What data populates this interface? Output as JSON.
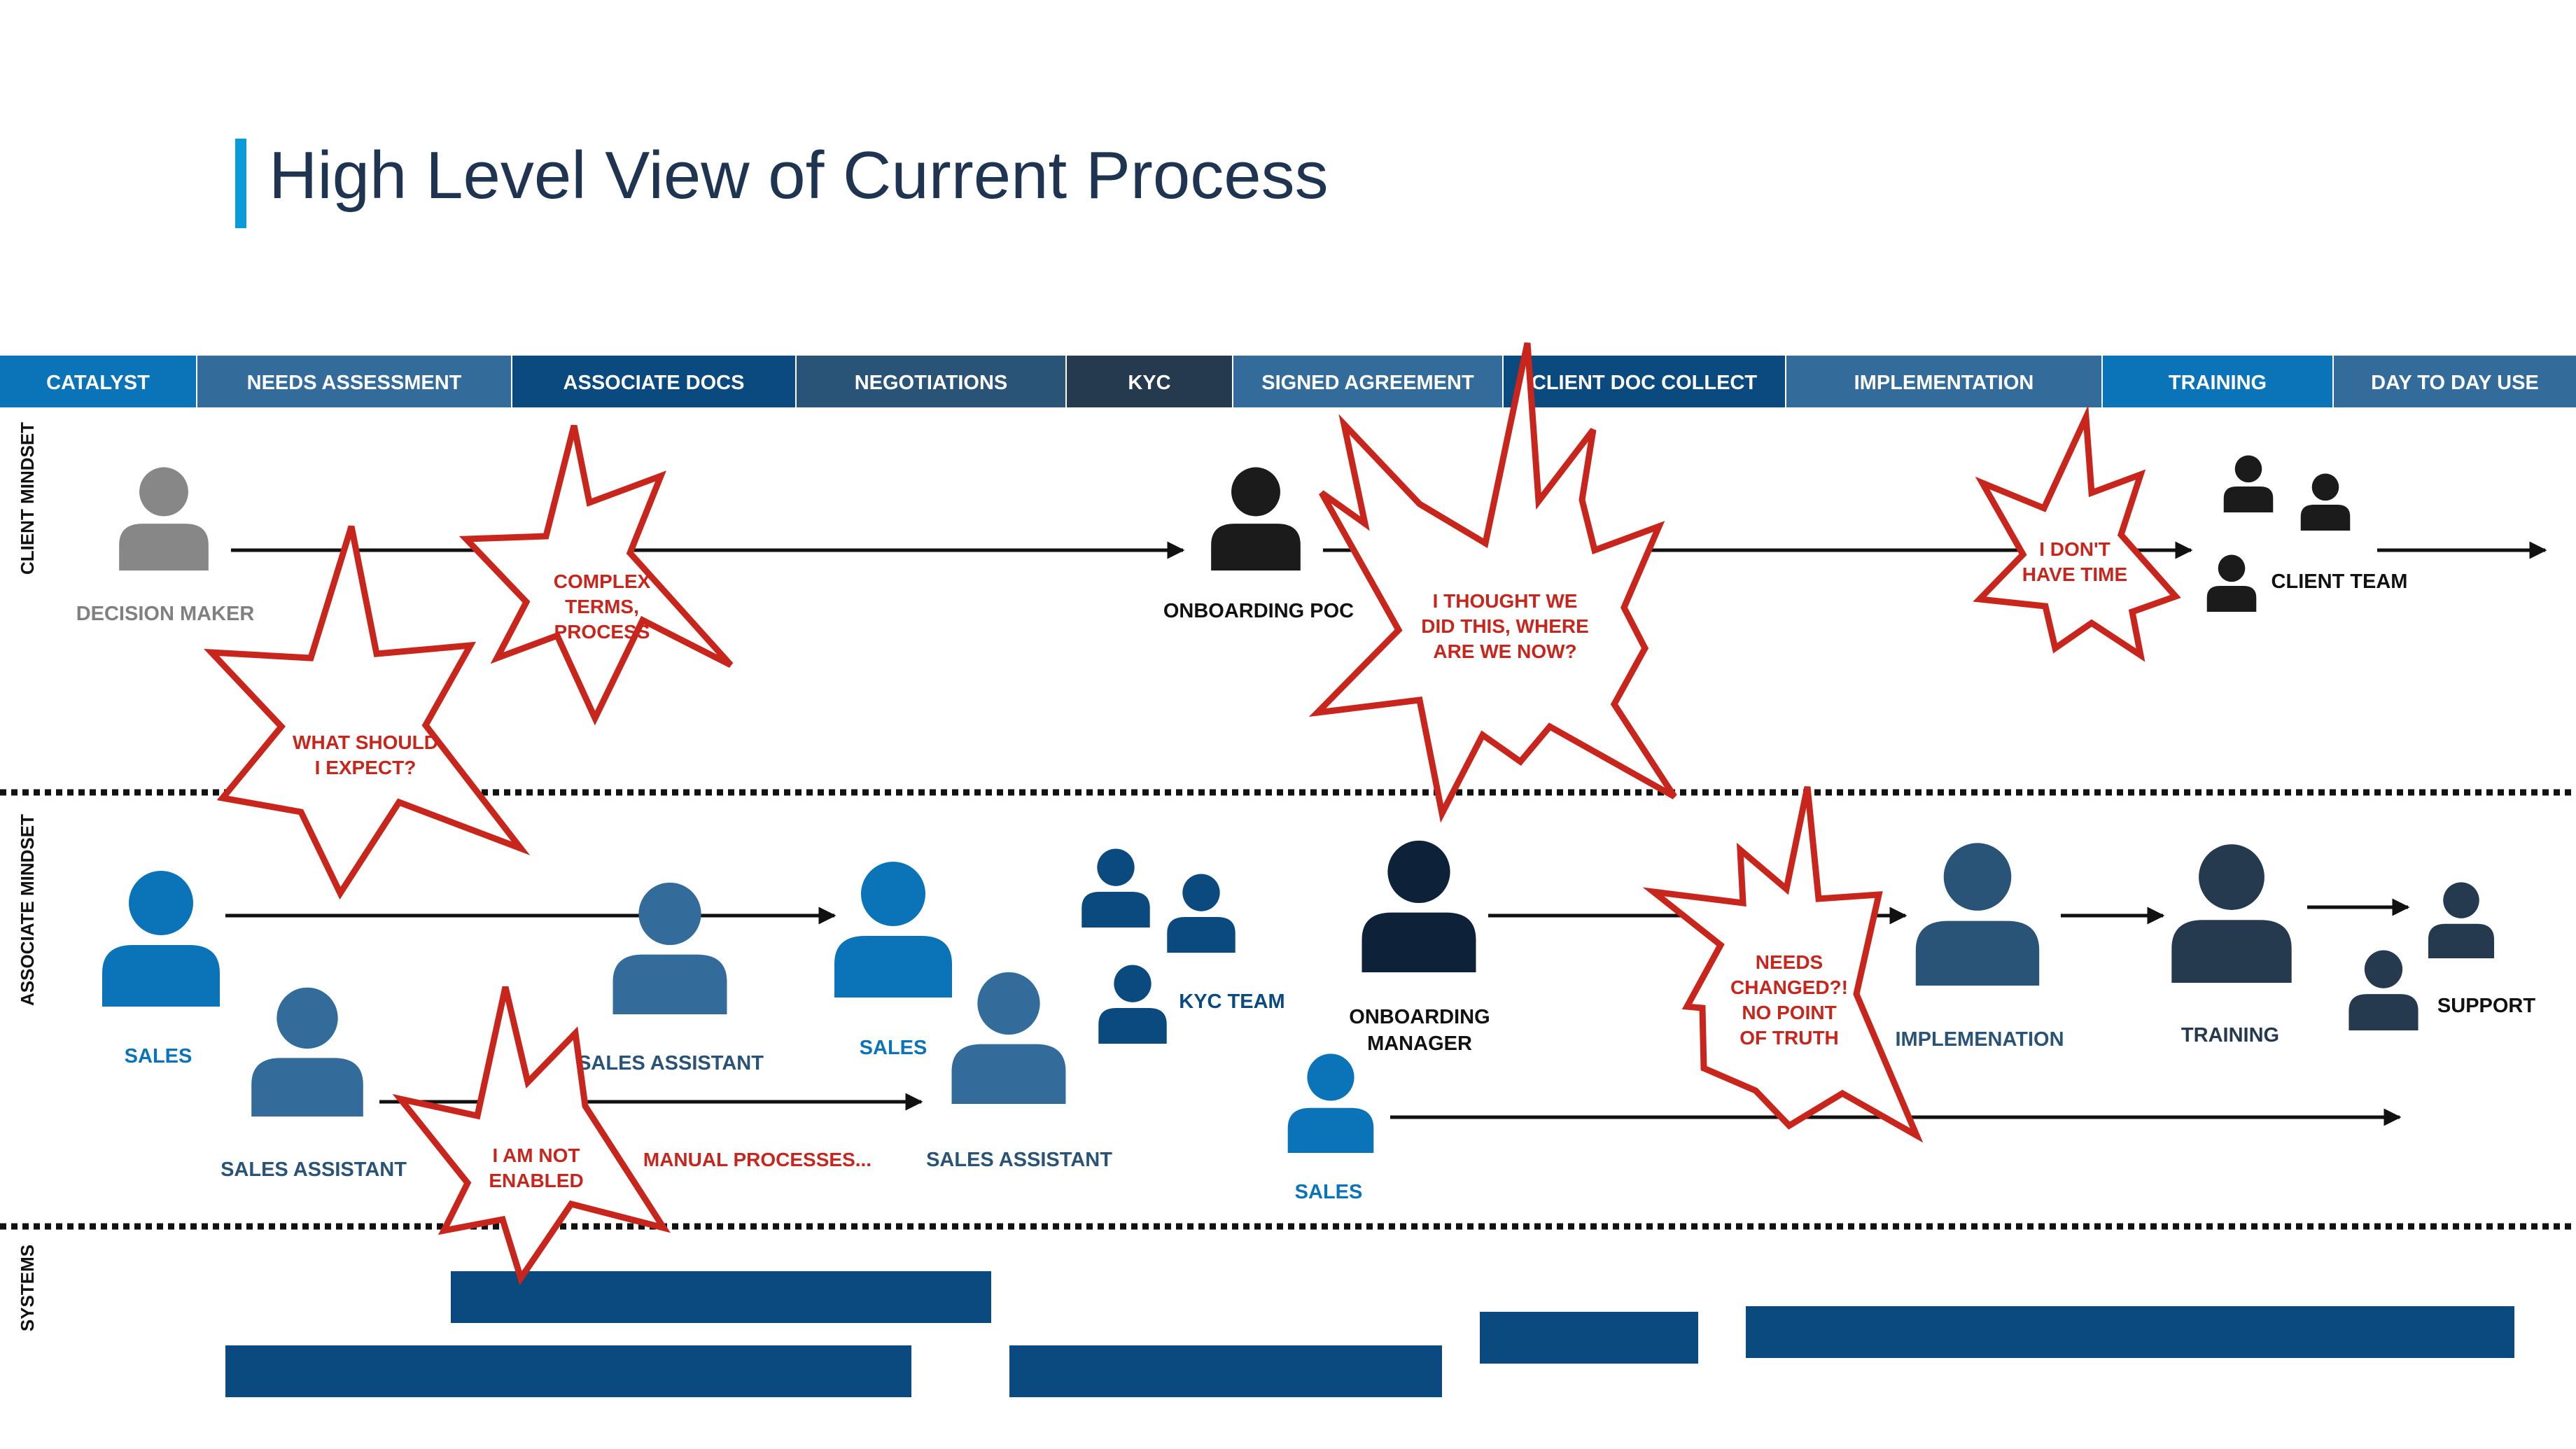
{
  "title": "High Level View of Current Process",
  "colors": {
    "accent": "#0a9bd8",
    "burst_red": "#c8261d",
    "system_bar": "#0b4a7e",
    "phase_blue": "#0b73b7",
    "phase_mid": "#336c9a",
    "phase_navy": "#0b4a7e",
    "phase_slate": "#2a5378",
    "phase_dark": "#263a4f"
  },
  "phases": [
    "CATALYST",
    "NEEDS ASSESSMENT",
    "ASSOCIATE DOCS",
    "NEGOTIATIONS",
    "KYC",
    "SIGNED AGREEMENT",
    "CLIENT DOC COLLECT",
    "IMPLEMENTATION",
    "TRAINING",
    "DAY TO DAY USE"
  ],
  "lanes": {
    "client": "CLIENT MINDSET",
    "associate": "ASSOCIATE MINDSET",
    "systems": "SYSTEMS"
  },
  "client_actors": {
    "decision_maker": "DECISION MAKER",
    "onboarding_poc": "ONBOARDING POC",
    "client_team": "CLIENT TEAM"
  },
  "associate_actors": {
    "sales_1": "SALES",
    "sales_assistant_1": "SALES ASSISTANT",
    "sales_assistant_2": "SALES ASSISTANT",
    "sales_2": "SALES",
    "sales_assistant_3": "SALES ASSISTANT",
    "kyc_team": "KYC TEAM",
    "onboarding_manager_1": "ONBOARDING",
    "onboarding_manager_2": "MANAGER",
    "sales_3": "SALES",
    "implementation": "IMPLEMENATION",
    "training": "TRAINING",
    "support": "SUPPORT"
  },
  "pain_points": {
    "what_expect_1": "WHAT SHOULD",
    "what_expect_2": "I EXPECT?",
    "complex_1": "COMPLEX",
    "complex_2": "TERMS,",
    "complex_3": "PROCESS",
    "thought_1": "I THOUGHT WE",
    "thought_2": "DID THIS, WHERE",
    "thought_3": "ARE WE NOW?",
    "no_time_1": "I DON'T",
    "no_time_2": "HAVE TIME",
    "not_enabled_1": "I AM NOT",
    "not_enabled_2": "ENABLED",
    "manual": "MANUAL PROCESSES...",
    "changed_1": "NEEDS",
    "changed_2": "CHANGED?!",
    "changed_3": "NO POINT",
    "changed_4": "OF TRUTH"
  }
}
